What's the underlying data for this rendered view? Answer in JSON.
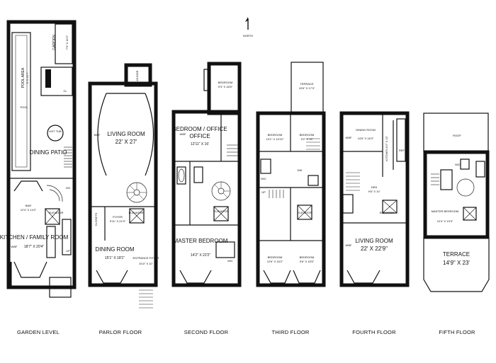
{
  "north": "NORTH",
  "floors": [
    {
      "caption": "GARDEN LEVEL",
      "rooms": [
        {
          "name": "GARDEN",
          "dim": "7'9\" X 15'2\""
        },
        {
          "name": "POOL AREA",
          "dim": "6' X 21'7\""
        },
        {
          "name": "POOL",
          "dim": ""
        },
        {
          "name": "HOT TUB",
          "dim": ""
        },
        {
          "name": "DINING PATIO",
          "dim": ""
        },
        {
          "name": "BAR",
          "dim": "12'4\" X 14'2\""
        },
        {
          "name": "ELEVATOR",
          "dim": ""
        },
        {
          "name": "KITCHEN / FAMILY ROOM",
          "dim": "18'7\" X 20'4\""
        }
      ]
    },
    {
      "caption": "PARLOR FLOOR",
      "rooms": [
        {
          "name": "LOUNGE",
          "dim": ""
        },
        {
          "name": "LIVING ROOM",
          "dim": "22' X 27'"
        },
        {
          "name": "FOYER",
          "dim": "9'11\" X 21'9\""
        },
        {
          "name": "ELEVATOR",
          "dim": ""
        },
        {
          "name": "CLOSETS",
          "dim": ""
        },
        {
          "name": "DINING ROOM",
          "dim": "15'1\" X 18'1\""
        },
        {
          "name": "ENTRANCE FOYER",
          "dim": "8'10\" X 10'"
        }
      ]
    },
    {
      "caption": "SECOND FLOOR",
      "rooms": [
        {
          "name": "BEDROOM",
          "dim": "9'3\" X 16'6\""
        },
        {
          "name": "BEDROOM / OFFICE",
          "dim": "12'11\" X 16'"
        },
        {
          "name": "ELEVATOR",
          "dim": ""
        },
        {
          "name": "MASTER BEDROOM",
          "dim": "14'2\" X 22'2\""
        }
      ]
    },
    {
      "caption": "THIRD FLOOR",
      "rooms": [
        {
          "name": "TERRACE",
          "dim": "10'6\" X 17'4\""
        },
        {
          "name": "BEDROOM",
          "dim": "13'1\" X 14'10\""
        },
        {
          "name": "BEDROOM",
          "dim": "9'2\" X 13'"
        },
        {
          "name": "ELEVATOR",
          "dim": ""
        },
        {
          "name": "BEDROOM",
          "dim": "12'6\" X 15'2\""
        },
        {
          "name": "BEDROOM",
          "dim": "9'6\" X 15'5\""
        }
      ]
    },
    {
      "caption": "FOURTH FLOOR",
      "rooms": [
        {
          "name": "DINING ROOM",
          "dim": "14'6\" X 16'3\""
        },
        {
          "name": "KITCHEN",
          "dim": "6'2\" X 22'"
        },
        {
          "name": "DEN",
          "dim": "9'6\" X 10'"
        },
        {
          "name": "ELEVATOR",
          "dim": ""
        },
        {
          "name": "LIVING ROOM",
          "dim": "22' X 22'9\""
        }
      ]
    },
    {
      "caption": "FIFTH FLOOR",
      "rooms": [
        {
          "name": "ROOF",
          "dim": ""
        },
        {
          "name": "MASTER BEDROOM",
          "dim": "12'4\" X 19'3\""
        },
        {
          "name": "TERRACE",
          "dim": "14'9\" X 23'"
        }
      ]
    }
  ],
  "small_labels": {
    "cl": "CL",
    "wbf": "WBF",
    "wic": "WIC",
    "dw": "DW",
    "up": "UP",
    "dn": "DN",
    "ref": "REF"
  }
}
